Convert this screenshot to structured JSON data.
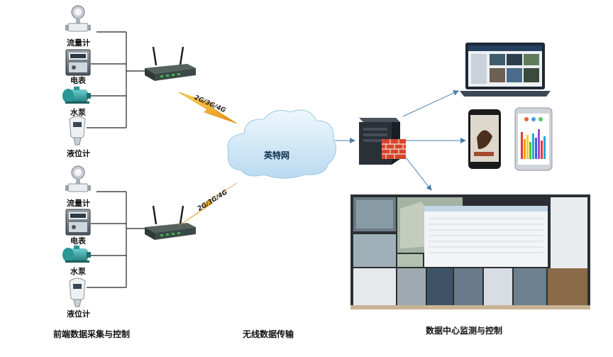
{
  "groups": [
    {
      "devices": [
        {
          "label": "流量计",
          "icon": "flow-meter-icon"
        },
        {
          "label": "电表",
          "icon": "electric-meter-icon"
        },
        {
          "label": "水泵",
          "icon": "water-pump-icon"
        },
        {
          "label": "液位计",
          "icon": "level-gauge-icon"
        }
      ],
      "router_icon": "4g-router-icon",
      "link_label": "2G/3G/4G"
    },
    {
      "devices": [
        {
          "label": "流量计",
          "icon": "flow-meter-icon"
        },
        {
          "label": "电表",
          "icon": "electric-meter-icon"
        },
        {
          "label": "水泵",
          "icon": "water-pump-icon"
        },
        {
          "label": "液位计",
          "icon": "level-gauge-icon"
        }
      ],
      "router_icon": "4g-router-icon",
      "link_label": "2G/3G/4G"
    }
  ],
  "cloud_label": "英特网",
  "server_icon": "server-firewall-icon",
  "terminals": [
    "laptop-icon",
    "smartphone-icon",
    "tablet-chart-icon",
    "video-wall-icon"
  ],
  "captions": {
    "left": "前端数据采集与控制",
    "middle": "无线数据传输",
    "right": "数据中心监测与控制"
  },
  "colors": {
    "wire": "#222222",
    "arrow": "#4a7fb0",
    "cloud": "#d8ecf8",
    "bolt": "#f2b21b",
    "router": "#3b4a46",
    "pump": "#3aa7a6"
  }
}
